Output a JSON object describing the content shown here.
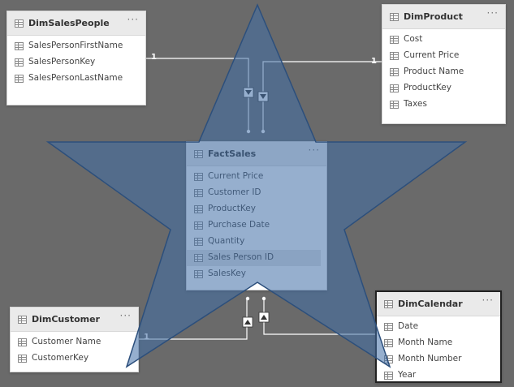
{
  "tables": {
    "dim_sales_people": {
      "title": "DimSalesPeople",
      "fields": [
        "SalesPersonFirstName",
        "SalesPersonKey",
        "SalesPersonLastName"
      ]
    },
    "dim_product": {
      "title": "DimProduct",
      "fields": [
        "Cost",
        "Current Price",
        "Product Name",
        "ProductKey",
        "Taxes"
      ]
    },
    "fact_sales": {
      "title": "FactSales",
      "fields": [
        "Current Price",
        "Customer ID",
        "ProductKey",
        "Purchase Date",
        "Quantity",
        "Sales Person ID",
        "SalesKey"
      ]
    },
    "dim_customer": {
      "title": "DimCustomer",
      "fields": [
        "Customer Name",
        "CustomerKey"
      ]
    },
    "dim_calendar": {
      "title": "DimCalendar",
      "fields": [
        "Date",
        "Month Name",
        "Month Number",
        "Year"
      ]
    }
  },
  "more_glyph": "···",
  "relationships": {
    "sales_people_card": "1",
    "product_card": "1",
    "customer_card": "1"
  },
  "colors": {
    "canvas": "#6a6a6a",
    "card_bg": "#ffffff",
    "header_bg": "#eaeaea",
    "star_fill": "#3f6ea6",
    "star_stroke": "#2c4f7c",
    "line": "#ffffff"
  },
  "icons": {
    "table": "table-grid-icon",
    "field": "field-grid-icon",
    "more": "more-options-icon",
    "arrow_down": "filter-arrow-down-icon",
    "arrow_up": "filter-arrow-up-icon",
    "many_dot": "many-side-dot-icon"
  }
}
